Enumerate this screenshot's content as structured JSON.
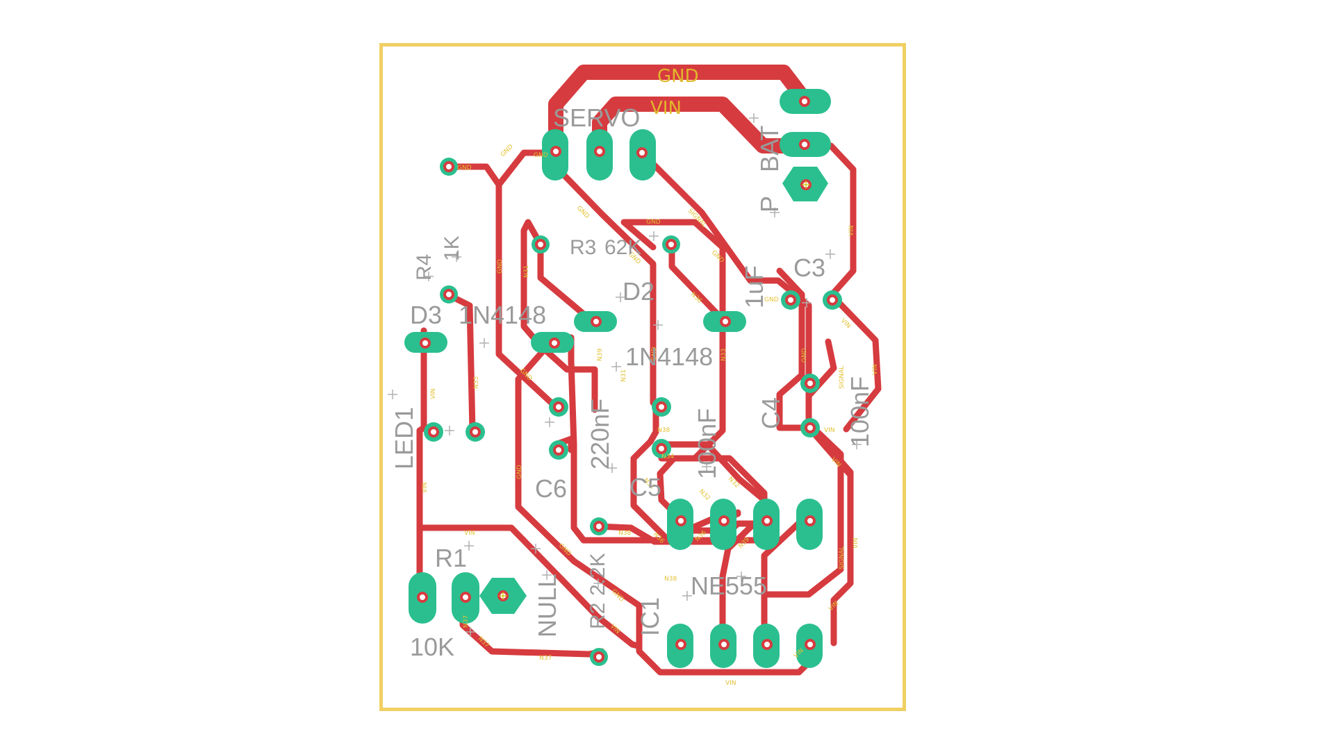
{
  "board": {
    "outline_color": "#f0cf63",
    "trace_color": "#d63b3f",
    "pad_color": "#2bbf8f",
    "silk_color": "#9a9a9a"
  },
  "labels": {
    "servo": "SERVO",
    "bat": "BAT",
    "p": "P",
    "r3": "R3",
    "r3_val": "62K",
    "r4": "R4",
    "r4_val": "1K",
    "d3": "D3",
    "d3_val": "1N4148",
    "d2": "D2",
    "d2_val": "1N4148",
    "c3": "C3",
    "c3_val": "1uF",
    "c4": "C4",
    "c4_val": "100nF",
    "c5": "C5",
    "c5_val": "100nF",
    "c6": "C6",
    "c6_val": "220nF",
    "led1": "LED1",
    "r1": "R1",
    "r1_val": "10K",
    "null": "NULL",
    "r2": "R2",
    "r2_val": "2.2K",
    "ic1": "IC1",
    "ne555": "NE555"
  },
  "nets": {
    "gnd": "GND",
    "vin": "VIN",
    "signal": "SIGNAL",
    "n31": "N31",
    "n32": "N32",
    "n33": "N33",
    "n34": "N34",
    "n35": "N35",
    "n36": "N36",
    "n37": "N37",
    "n38": "N38",
    "n39": "N39"
  }
}
